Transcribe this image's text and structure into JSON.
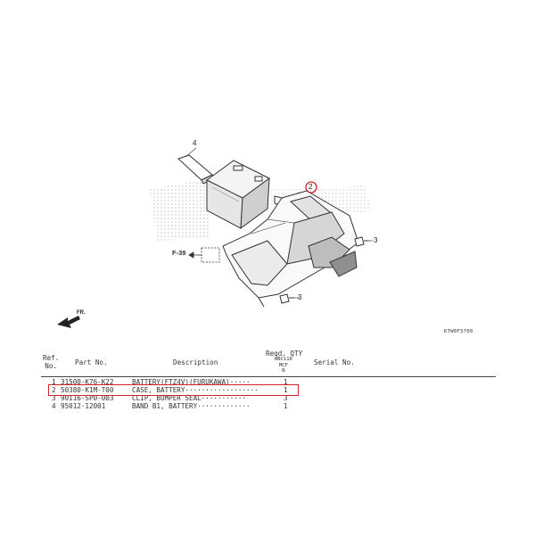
{
  "diagram": {
    "callouts": [
      {
        "id": "4",
        "label": "4"
      },
      {
        "id": "2",
        "label": "2"
      },
      {
        "id": "3a",
        "label": "3"
      },
      {
        "id": "3b",
        "label": "3"
      }
    ],
    "frame_ref": "F-39",
    "direction_label": "FR.",
    "diagram_code": "KTW0F3700"
  },
  "table": {
    "headers": {
      "ref_no": "Ref.\nNo.",
      "part_no": "Part No.",
      "description": "Description",
      "reqd_qty": "Reqd. QTY",
      "model": "NBC110\nMCF\nN",
      "serial_no": "Serial No."
    },
    "rows": [
      {
        "ref": "1",
        "part": "31500-K76-K22",
        "desc": "BATTERY(FTZ4V)(FURUKAWA)·····",
        "qty": "1"
      },
      {
        "ref": "2",
        "part": "50380-K1M-T00",
        "desc": "CASE, BATTERY··················",
        "qty": "1"
      },
      {
        "ref": "3",
        "part": "90116-SP0-003",
        "desc": "CLIP, BUMPER SEAL···········",
        "qty": "3"
      },
      {
        "ref": "4",
        "part": "95012-12001",
        "desc": "BAND B1, BATTERY·············",
        "qty": "1"
      }
    ],
    "highlighted_ref": "2",
    "highlight_color": "#d0242a"
  }
}
